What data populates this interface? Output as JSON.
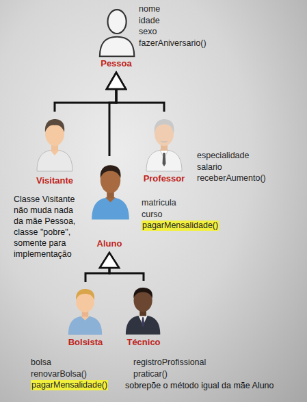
{
  "diagram": {
    "nodes": [
      {
        "text": [
          "Pessoa",
          "nome",
          "idade",
          "sexo",
          "fazerAniversario()"
        ]
      },
      {
        "text": [
          "Visitante"
        ]
      },
      {
        "text": [
          "Professor",
          "especialidade",
          "salario",
          "receberAumento()"
        ]
      },
      {
        "text": [
          "Aluno",
          "matricula",
          "curso",
          "pagarMensalidade()"
        ]
      },
      {
        "text": [
          "Bolsista",
          "bolsa",
          "renovarBolsa()",
          "pagarMensalidade()"
        ]
      },
      {
        "text": [
          "Técnico",
          "registroProfissional",
          "praticar()"
        ]
      }
    ],
    "edges": [
      {
        "from": 1,
        "to": 0,
        "arrow": "to"
      },
      {
        "from": 3,
        "to": 0,
        "arrow": "to"
      },
      {
        "from": 2,
        "to": 0,
        "arrow": "to"
      },
      {
        "from": 4,
        "to": 3,
        "arrow": "to"
      },
      {
        "from": 5,
        "to": 3,
        "arrow": "to"
      }
    ],
    "labels": [
      "Classe Visitante não muda nada da mãe Pessoa, classe \"pobre\", somente para implementação",
      "sobrepõe o método igual da mãe Aluno"
    ]
  }
}
